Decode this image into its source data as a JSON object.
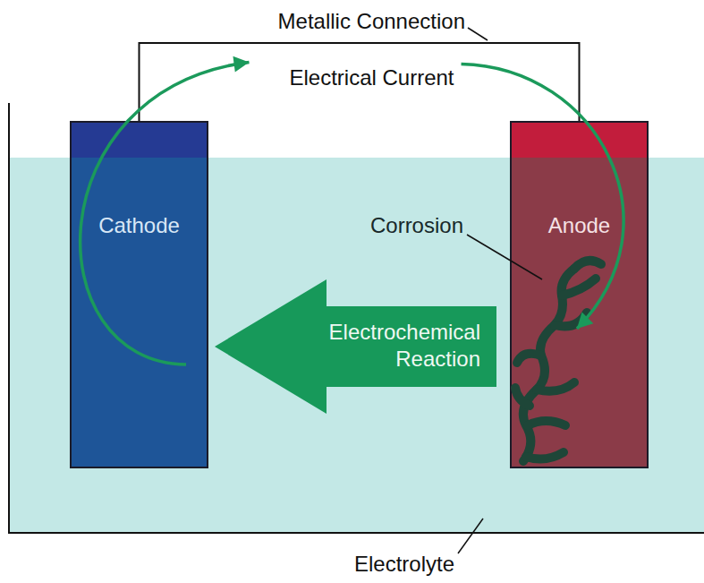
{
  "diagram": {
    "nodes": [
      {
        "text": [
          "Cathode"
        ]
      },
      {
        "text": [
          "Anode"
        ]
      }
    ],
    "edges": [
      {
        "from": 0,
        "to": 1,
        "arrow": "none"
      },
      {
        "from": 0,
        "to": 1,
        "label": "Electrical Current",
        "arrow": "to"
      },
      {
        "from": 1,
        "to": 0,
        "label": "Electrochemical Reaction",
        "arrow": "to"
      }
    ],
    "labels": [
      "Metallic Connection",
      "Corrosion",
      "Electrolyte"
    ]
  }
}
